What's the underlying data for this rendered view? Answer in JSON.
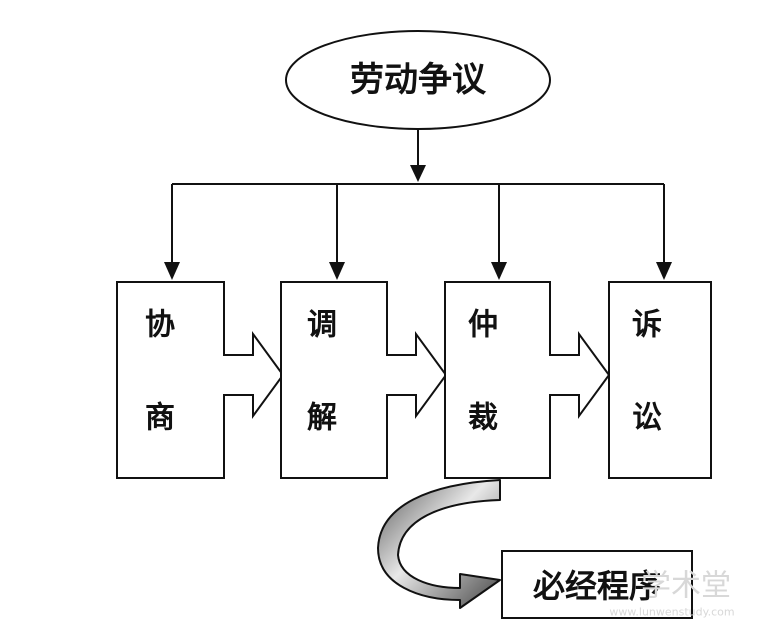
{
  "root": {
    "label": "劳动争议"
  },
  "stages": [
    {
      "label_top": "协",
      "label_bottom": "商"
    },
    {
      "label_top": "调",
      "label_bottom": "解"
    },
    {
      "label_top": "仲",
      "label_bottom": "裁"
    },
    {
      "label_top": "诉",
      "label_bottom": "讼"
    }
  ],
  "required": {
    "label": "必经程序"
  },
  "watermark": {
    "text_cn": "学术堂",
    "text_url": "www.lunwenstudy.com"
  },
  "colors": {
    "line": "#111111",
    "box_fill": "#ffffff",
    "background": "#ffffff"
  }
}
